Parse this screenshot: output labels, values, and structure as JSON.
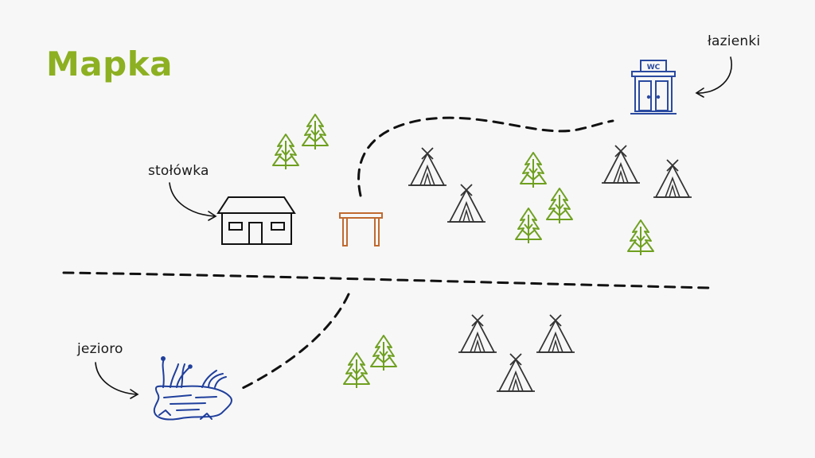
{
  "title": "Mapka",
  "labels": {
    "stolowka": "stołówka",
    "lazienki": "łazienki",
    "jezioro": "jezioro",
    "wc": "WC"
  },
  "colors": {
    "title": "#8cb021",
    "tree": "#6fa020",
    "tent": "#333333",
    "building": "#111111",
    "gate": "#c06a30",
    "restroom": "#2a4aa0",
    "lake": "#1f3f9c",
    "path": "#111111"
  },
  "icons": [
    "tree-icon",
    "tent-icon",
    "canteen-building-icon",
    "gate-icon",
    "restroom-building-icon",
    "lake-icon"
  ]
}
